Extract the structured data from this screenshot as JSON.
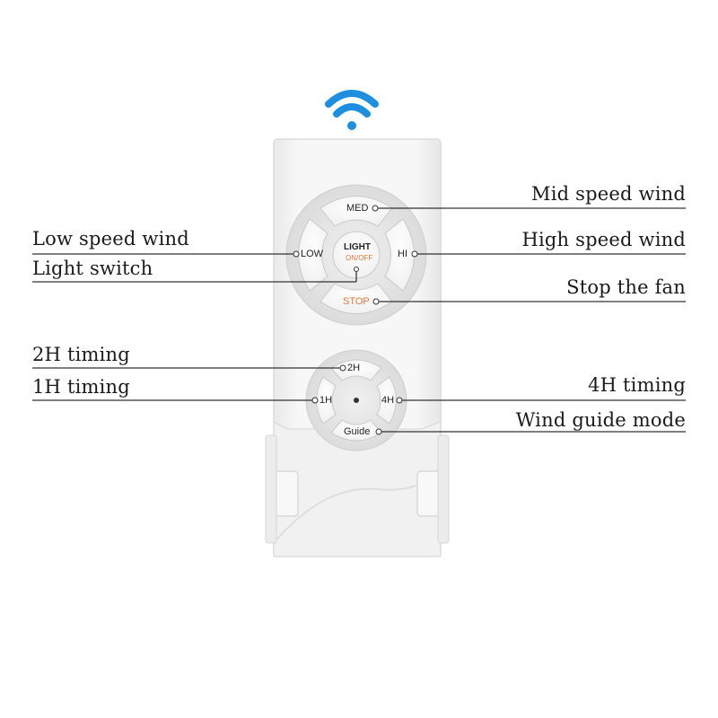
{
  "remote": {
    "buttons": {
      "med": "MED",
      "low": "LOW",
      "hi": "HI",
      "light_top": "LIGHT",
      "light_bottom": "ON/OFF",
      "stop": "STOP",
      "two_h": "2H",
      "one_h": "1H",
      "four_h": "4H",
      "guide": "Guide"
    }
  },
  "callouts": {
    "mid_speed": "Mid speed wind",
    "low_speed": "Low speed wind",
    "high_speed": "High speed wind",
    "light_switch": "Light switch",
    "stop_fan": "Stop the fan",
    "timing_2h": "2H timing",
    "timing_1h": "1H timing",
    "timing_4h": "4H timing",
    "wind_guide": "Wind guide mode"
  },
  "colors": {
    "wifi_icon": "#1e8fe0",
    "stop_text": "#e8743b",
    "onoff_text": "#e8743b",
    "remote_body": "#f4f4f4",
    "leader_line": "#333333"
  },
  "icons": {
    "signal": "wifi-icon"
  }
}
